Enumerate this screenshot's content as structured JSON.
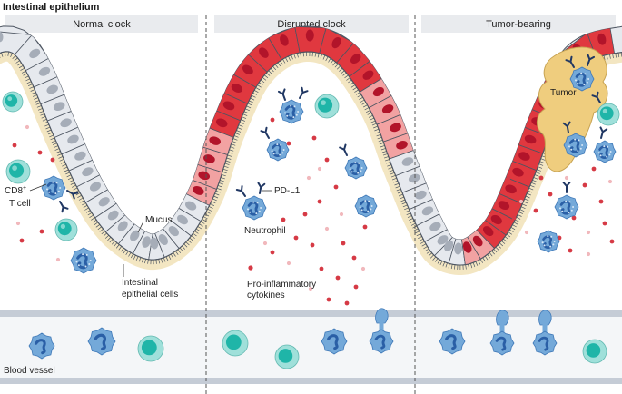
{
  "title": "Intestinal epithelium",
  "panels": [
    {
      "label": "Normal clock"
    },
    {
      "label": "Disrupted clock"
    },
    {
      "label": "Tumor-bearing"
    }
  ],
  "labels": {
    "cd8": "CD8",
    "cd8_sup": "+",
    "tcell": "T cell",
    "mucus": "Mucus",
    "epi_1": "Intestinal",
    "epi_2": "epithelial cells",
    "pdl1": "PD-L1",
    "neutrophil": "Neutrophil",
    "cyto_1": "Pro-inflammatory",
    "cyto_2": "cytokines",
    "tumor": "Tumor",
    "blood_vessel": "Blood vessel"
  },
  "colors": {
    "panel_header_bg": "#e9ebee",
    "mucus": "#f3e6c2",
    "epithelium_normal": "#e6e9ee",
    "epithelium_inflamed": "#e0383f",
    "epithelium_mild": "#f2a2a2",
    "nucleus_normal": "#a6adb8",
    "nucleus_inflamed": "#b2142a",
    "tcell": "#9fe0da",
    "tcell_nucleus": "#1fb5a8",
    "neutrophil": "#74a9d9",
    "neutrophil_nucleus": "#2a5fa6",
    "pdl1": "#203763",
    "cytokine": "#d63a45",
    "tumor": "#efcd7e",
    "vessel_lumen": "#f4f6f8",
    "vessel_wall": "#c5ccd6"
  }
}
